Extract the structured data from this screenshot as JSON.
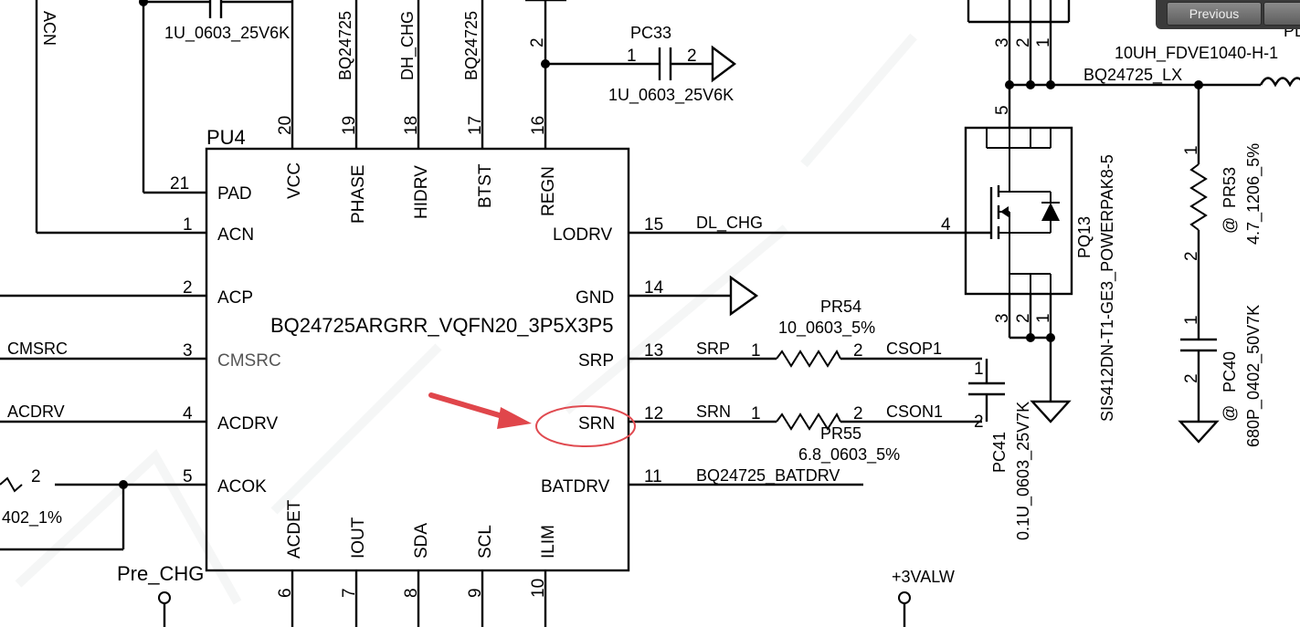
{
  "nav": {
    "previous": "Previous"
  },
  "ic": {
    "ref": "PU4",
    "part": "BQ24725ARGRR_VQFN20_3P5X3P5",
    "pins_left": [
      {
        "num": "21",
        "name": "PAD"
      },
      {
        "num": "1",
        "name": "ACN"
      },
      {
        "num": "2",
        "name": "ACP"
      },
      {
        "num": "3",
        "name": "CMSRC"
      },
      {
        "num": "4",
        "name": "ACDRV"
      },
      {
        "num": "5",
        "name": "ACOK"
      }
    ],
    "pins_right": [
      {
        "num": "15",
        "name": "LODRV"
      },
      {
        "num": "14",
        "name": "GND"
      },
      {
        "num": "13",
        "name": "SRP"
      },
      {
        "num": "12",
        "name": "SRN"
      },
      {
        "num": "11",
        "name": "BATDRV"
      }
    ],
    "pins_top": [
      {
        "num": "20",
        "name": "VCC"
      },
      {
        "num": "19",
        "name": "PHASE"
      },
      {
        "num": "18",
        "name": "HIDRV"
      },
      {
        "num": "17",
        "name": "BTST"
      },
      {
        "num": "16",
        "name": "REGN"
      }
    ],
    "pins_bottom": [
      {
        "num": "6",
        "name": "ACDET"
      },
      {
        "num": "7",
        "name": "IOUT"
      },
      {
        "num": "8",
        "name": "SDA"
      },
      {
        "num": "9",
        "name": "SCL"
      },
      {
        "num": "10",
        "name": "ILIM"
      }
    ]
  },
  "nets": {
    "acn": "ACN",
    "bq_phase": "BQ24725",
    "dh_chg": "DH_CHG",
    "bq_btst": "BQ24725",
    "cmsrc": "CMSRC",
    "acdrv": "ACDRV",
    "dl_chg": "DL_CHG",
    "srp": "SRP",
    "srn": "SRN",
    "csop1": "CSOP1",
    "cson1": "CSON1",
    "batdrv": "BQ24725_BATDRV",
    "lx": "BQ24725_LX",
    "pre_chg": "Pre_CHG",
    "valw": "+3VALW"
  },
  "components": {
    "cap_top_value": "1U_0603_25V6K",
    "pc33_ref": "PC33",
    "pc33_value": "1U_0603_25V6K",
    "pr54_ref": "PR54",
    "pr54_value": "10_0603_5%",
    "pr55_ref": "PR55",
    "pr55_value": "6.8_0603_5%",
    "pc41_ref": "PC41",
    "pc41_value": "0.1U_0603_25V7K",
    "pq13_ref": "PQ13",
    "pq13_value": "SIS412DN-T1-GE3_POWERPAK8-5",
    "inductor_value": "10UH_FDVE1040-H-1",
    "inductor_ref_partial": "PL",
    "pr53_ref": "PR53",
    "pr53_at": "@",
    "pr53_value": "4.7_1206_5%",
    "pc40_ref": "PC40",
    "pc40_at": "@",
    "pc40_value": "680P_0402_50V7K",
    "left_res_value": "402_1%"
  },
  "pin_nums": {
    "one": "1",
    "two": "2",
    "three": "3",
    "four": "4",
    "five": "5"
  },
  "colors": {
    "annotation": "#e0464b",
    "circle": "#e04a50"
  }
}
